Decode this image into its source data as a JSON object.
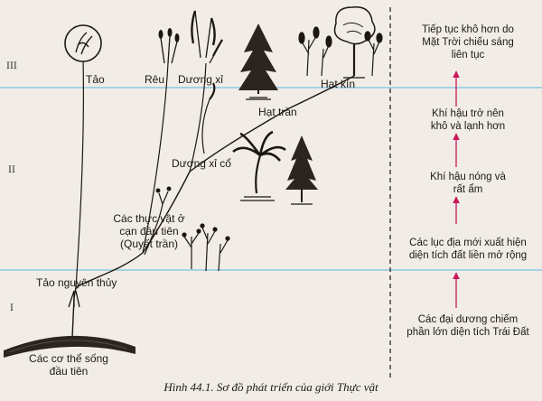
{
  "eras": {
    "iii": "III",
    "ii": "II",
    "i": "I"
  },
  "plants": {
    "tao": "Tảo",
    "reu": "Rêu",
    "duong_xi": "Dương xỉ",
    "hat_kin": "Hạt kín",
    "hat_tran": "Hạt trần",
    "duong_xi_co": "Dương xỉ cổ",
    "cac_thuc_vat_line1": "Các thực vật ở",
    "cac_thuc_vat_line2": "cạn đầu tiên",
    "cac_thuc_vat_line3": "(Quyết trần)",
    "tao_nguyen_thuy": "Tảo nguyên thủy",
    "cac_co_the_line1": "Các cơ thể sống",
    "cac_co_the_line2": "đầu tiên"
  },
  "conditions": {
    "c1": "Tiếp tục khô hơn do\nMặt Trời chiếu sáng\nliên tục",
    "c2": "Khí hậu trở nên\nkhô và lạnh hơn",
    "c3": "Khí hậu nóng và\nrất ẩm",
    "c4": "Các lục địa mới xuất hiện\ndiện tích đất liền mở rộng",
    "c5": "Các đại dương chiếm\nphần lớn diện tích Trái Đất"
  },
  "caption": "Hình 44.1. Sơ đồ phát triển của giới Thực vật",
  "colors": {
    "divider": "#8ec9e2",
    "arrow": "#c8185a",
    "ink": "#1d1712",
    "background": "#f1ede6"
  }
}
